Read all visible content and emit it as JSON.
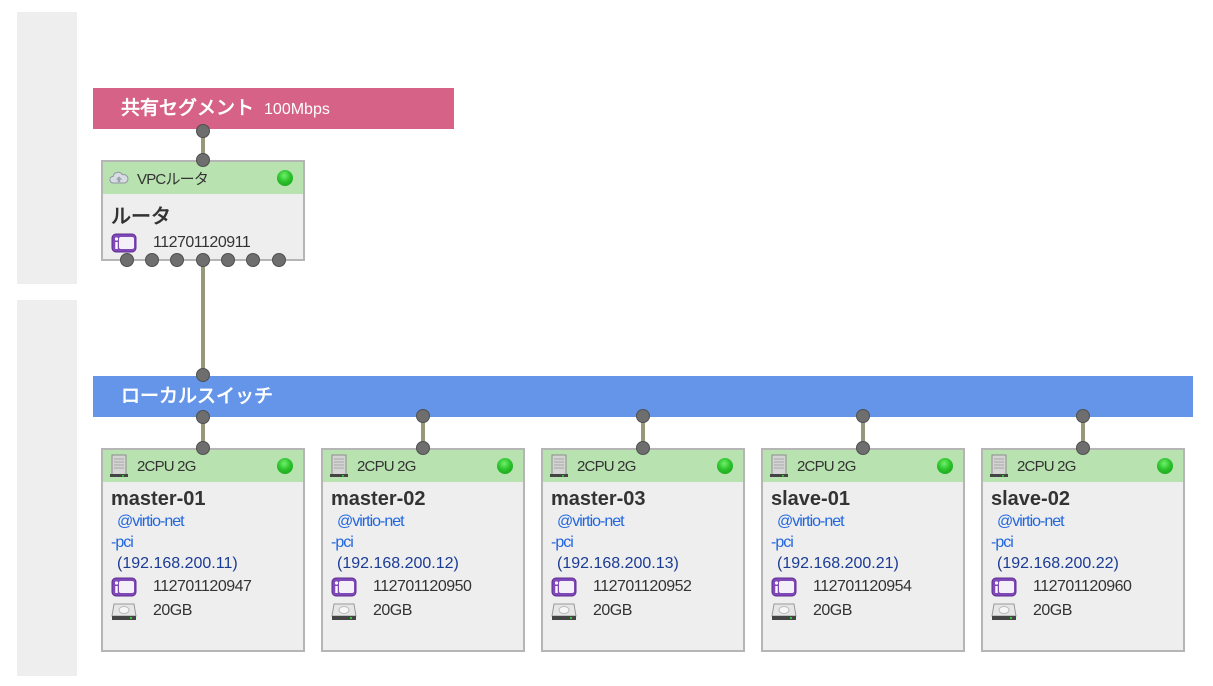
{
  "shared_segment": {
    "label": "共有セグメント",
    "speed": "100Mbps",
    "color": "#d76287"
  },
  "router": {
    "type": "VPCルータ",
    "name": "ルータ",
    "id": "112701120911",
    "status": "running",
    "icon": "cloud-icon"
  },
  "local_switch": {
    "label": "ローカルスイッチ",
    "color": "#6495e8"
  },
  "servers": [
    {
      "spec": "2CPU 2G",
      "name": "master-01",
      "nic_line1": "@virtio-net",
      "nic_line2": "-pci",
      "ip": "(192.168.200.11)",
      "id": "112701120947",
      "disk": "20GB",
      "status": "running"
    },
    {
      "spec": "2CPU 2G",
      "name": "master-02",
      "nic_line1": "@virtio-net",
      "nic_line2": "-pci",
      "ip": "(192.168.200.12)",
      "id": "112701120950",
      "disk": "20GB",
      "status": "running"
    },
    {
      "spec": "2CPU 2G",
      "name": "master-03",
      "nic_line1": "@virtio-net",
      "nic_line2": "-pci",
      "ip": "(192.168.200.13)",
      "id": "112701120952",
      "disk": "20GB",
      "status": "running"
    },
    {
      "spec": "2CPU 2G",
      "name": "slave-01",
      "nic_line1": "@virtio-net",
      "nic_line2": "-pci",
      "ip": "(192.168.200.21)",
      "id": "112701120954",
      "disk": "20GB",
      "status": "running"
    },
    {
      "spec": "2CPU 2G",
      "name": "slave-02",
      "nic_line1": "@virtio-net",
      "nic_line2": "-pci",
      "ip": "(192.168.200.22)",
      "id": "112701120960",
      "disk": "20GB",
      "status": "running"
    }
  ]
}
